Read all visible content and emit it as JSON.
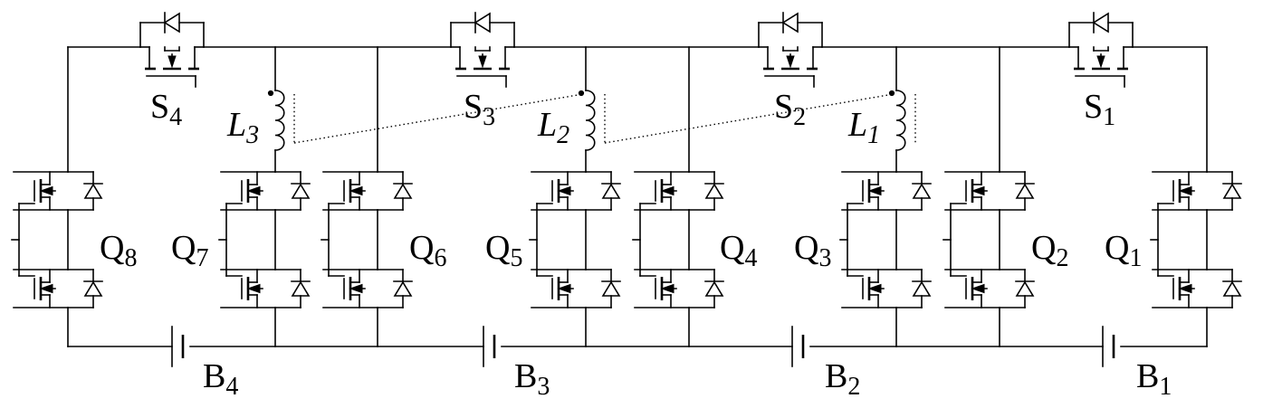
{
  "diagram": {
    "switches": [
      {
        "letter": "S",
        "index": "4"
      },
      {
        "letter": "S",
        "index": "3"
      },
      {
        "letter": "S",
        "index": "2"
      },
      {
        "letter": "S",
        "index": "1"
      }
    ],
    "inductors": [
      {
        "letter": "L",
        "index": "3"
      },
      {
        "letter": "L",
        "index": "2"
      },
      {
        "letter": "L",
        "index": "1"
      }
    ],
    "transistors": [
      {
        "letter": "Q",
        "index": "8"
      },
      {
        "letter": "Q",
        "index": "7"
      },
      {
        "letter": "Q",
        "index": "6"
      },
      {
        "letter": "Q",
        "index": "5"
      },
      {
        "letter": "Q",
        "index": "4"
      },
      {
        "letter": "Q",
        "index": "3"
      },
      {
        "letter": "Q",
        "index": "2"
      },
      {
        "letter": "Q",
        "index": "1"
      }
    ],
    "batteries": [
      {
        "letter": "B",
        "index": "4"
      },
      {
        "letter": "B",
        "index": "3"
      },
      {
        "letter": "B",
        "index": "2"
      },
      {
        "letter": "B",
        "index": "1"
      }
    ]
  }
}
